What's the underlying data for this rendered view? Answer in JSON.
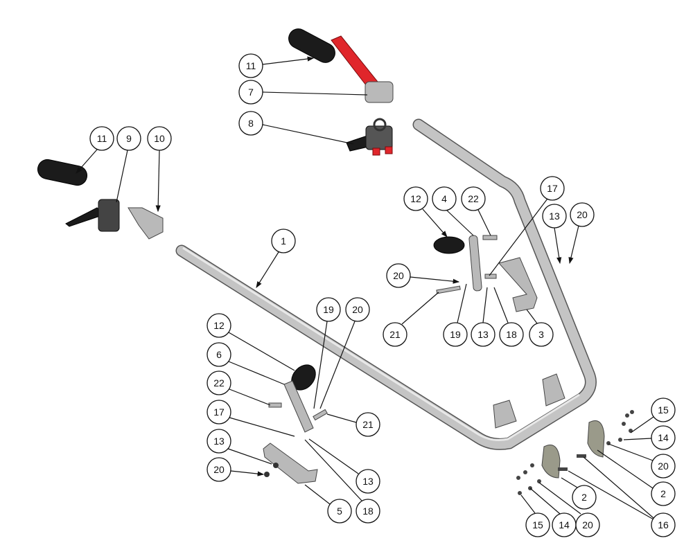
{
  "diagram": {
    "type": "exploded-parts-diagram",
    "callouts": [
      "11",
      "7",
      "8",
      "11",
      "9",
      "10",
      "12",
      "4",
      "22",
      "17",
      "13",
      "20",
      "1",
      "20",
      "21",
      "19",
      "13",
      "18",
      "3",
      "19",
      "20",
      "12",
      "6",
      "22",
      "21",
      "17",
      "13",
      "20",
      "5",
      "18",
      "13",
      "15",
      "14",
      "20",
      "2",
      "2",
      "16",
      "15",
      "14",
      "20"
    ],
    "colors": {
      "frame": "#a8a8a8",
      "grip": "#1b1b1b",
      "lever": "#e0262b"
    }
  }
}
